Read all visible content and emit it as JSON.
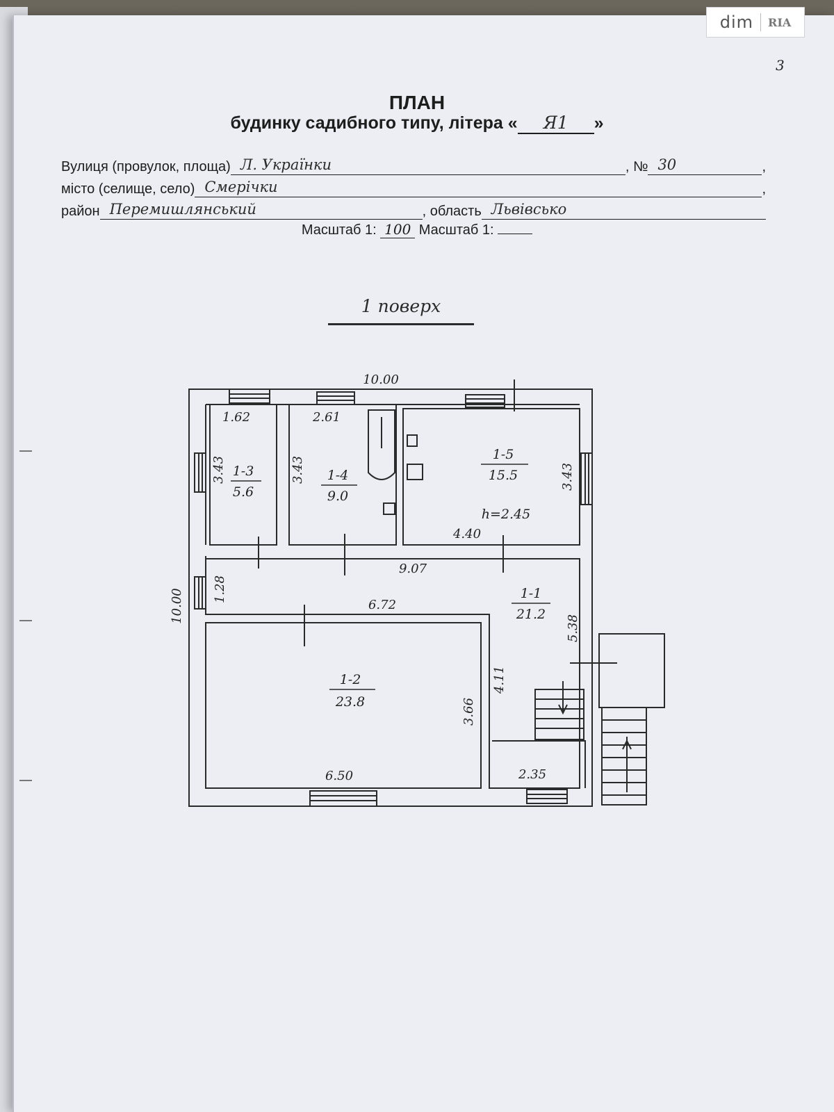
{
  "watermark": {
    "brand": "dim",
    "sub": "RIA"
  },
  "page_number": "3",
  "header": {
    "title": "ПЛАН",
    "subtitle_prefix": "будинку садибного типу, літера «",
    "subtitle_suffix": "»",
    "litera": "Я1"
  },
  "form": {
    "street_label": "Вулиця (провулок, площа)",
    "street_value": "Л. Українки",
    "number_label": ", №",
    "number_value": "30",
    "city_label": "місто (селище, село)",
    "city_value": "Смерічки",
    "district_label": "район",
    "district_value": "Перемишлянський",
    "region_label": ", область",
    "region_value": "Львівсько",
    "scale_label_1": "Масштаб 1:",
    "scale_value_1": "100",
    "scale_label_2": "Масштаб 1:",
    "scale_value_2": ""
  },
  "floor_label": "1 поверх",
  "plan": {
    "overall_width": "10.00",
    "overall_height": "10.00",
    "rooms": [
      {
        "id": "1-3",
        "area": "5.6",
        "w": "1.62",
        "h": "3.43"
      },
      {
        "id": "1-4",
        "area": "9.0",
        "w": "2.61",
        "h": "3.43"
      },
      {
        "id": "1-5",
        "area": "15.5",
        "w": "4.40",
        "h": "3.43",
        "note": "h=2.45"
      },
      {
        "id": "1-1",
        "area": "21.2",
        "w": "9.07",
        "h": "1.28",
        "w2": "6.72",
        "h2": "5.38",
        "h3": "4.11",
        "w3": "2.35"
      },
      {
        "id": "1-2",
        "area": "23.8",
        "w": "6.50",
        "h": "3.66"
      }
    ]
  }
}
